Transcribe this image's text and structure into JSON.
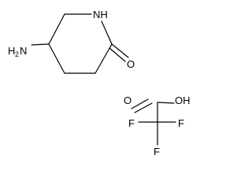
{
  "molecule_1": {
    "atoms": {
      "nh": "NH",
      "o": "O",
      "h2n_h": "H",
      "h2n_sub": "2",
      "h2n_n": "N"
    }
  },
  "molecule_2": {
    "atoms": {
      "o_carbonyl": "O",
      "oh": "OH",
      "f_left": "F",
      "f_right": "F",
      "f_bottom": "F"
    }
  },
  "colors": {
    "bond": "#000000",
    "label": "#000000",
    "background": "#ffffff"
  }
}
